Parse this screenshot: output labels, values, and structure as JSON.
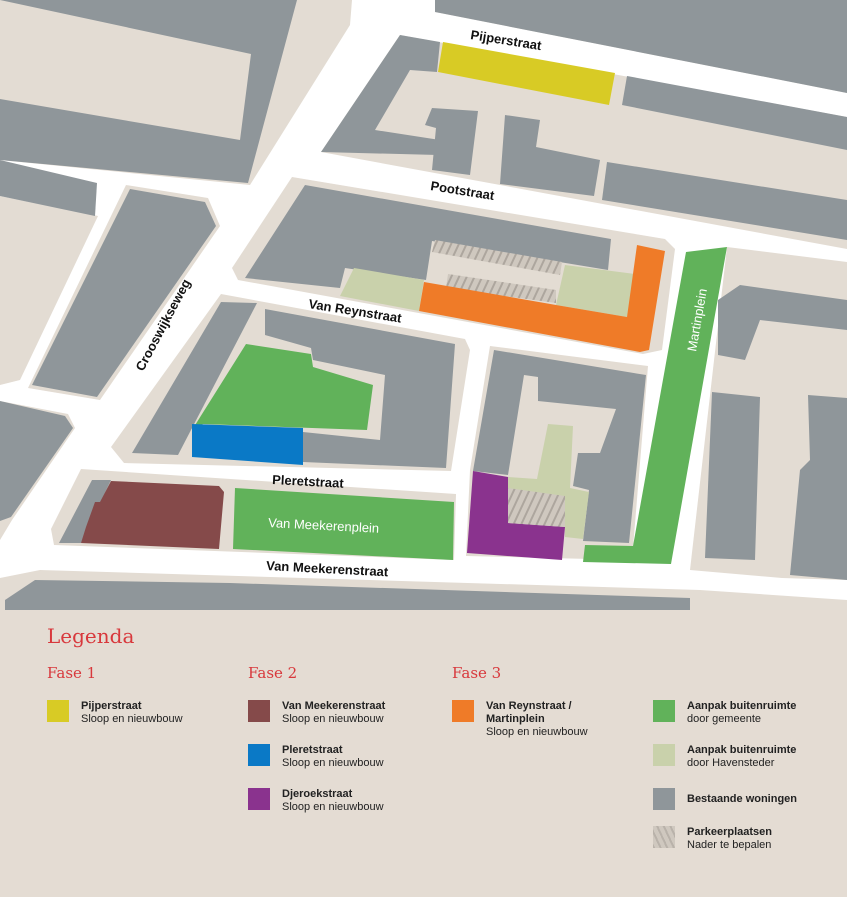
{
  "map": {
    "streets": {
      "pijperstraat": "Pijperstraat",
      "pootstraat": "Pootstraat",
      "van_reynstraat": "Van Reynstraat",
      "crooswijkseweg": "Crooswijkseweg",
      "pleretstraat": "Pleretstraat",
      "van_meekerenstraat": "Van Meekerenstraat"
    },
    "places": {
      "martinplein": "Martinplein",
      "van_meekerenplein": "Van Meekerenplein"
    },
    "colors": {
      "road": "#ffffff",
      "block": "#e3dcd3",
      "building": "#8f969a",
      "fase1_yellow": "#d8cb25",
      "fase2_brown": "#854a4a",
      "fase2_blue": "#0a79c6",
      "fase2_purple": "#8a338e",
      "fase3_orange": "#ef7b28",
      "green_gemeente": "#61b25a",
      "green_havensteder": "#c9d1ab",
      "parking_hatch": "#b9b2aa"
    }
  },
  "legend": {
    "title": "Legenda",
    "fase1": {
      "label": "Fase 1",
      "items": [
        {
          "title": "Pijperstraat",
          "sub": "Sloop en nieuwbouw",
          "color": "#d8cb25"
        }
      ]
    },
    "fase2": {
      "label": "Fase 2",
      "items": [
        {
          "title": "Van Meekerenstraat",
          "sub": "Sloop en nieuwbouw",
          "color": "#854a4a"
        },
        {
          "title": "Pleretstraat",
          "sub": "Sloop en nieuwbouw",
          "color": "#0a79c6"
        },
        {
          "title": "Djeroekstraat",
          "sub": "Sloop en nieuwbouw",
          "color": "#8a338e"
        }
      ]
    },
    "fase3": {
      "label": "Fase 3",
      "items": [
        {
          "title": "Van Reynstraat /",
          "title2": "Martinplein",
          "sub": "Sloop en nieuwbouw",
          "color": "#ef7b28"
        }
      ]
    },
    "other": [
      {
        "title": "Aanpak buitenruimte",
        "sub": "door gemeente",
        "color": "#61b25a"
      },
      {
        "title": "Aanpak buitenruimte",
        "sub": "door Havensteder",
        "color": "#c9d1ab"
      },
      {
        "title": "Bestaande woningen",
        "color": "#8f969a"
      },
      {
        "title": "Parkeerplaatsen",
        "sub": "Nader te bepalen",
        "icon": "hatch-pattern"
      }
    ]
  }
}
